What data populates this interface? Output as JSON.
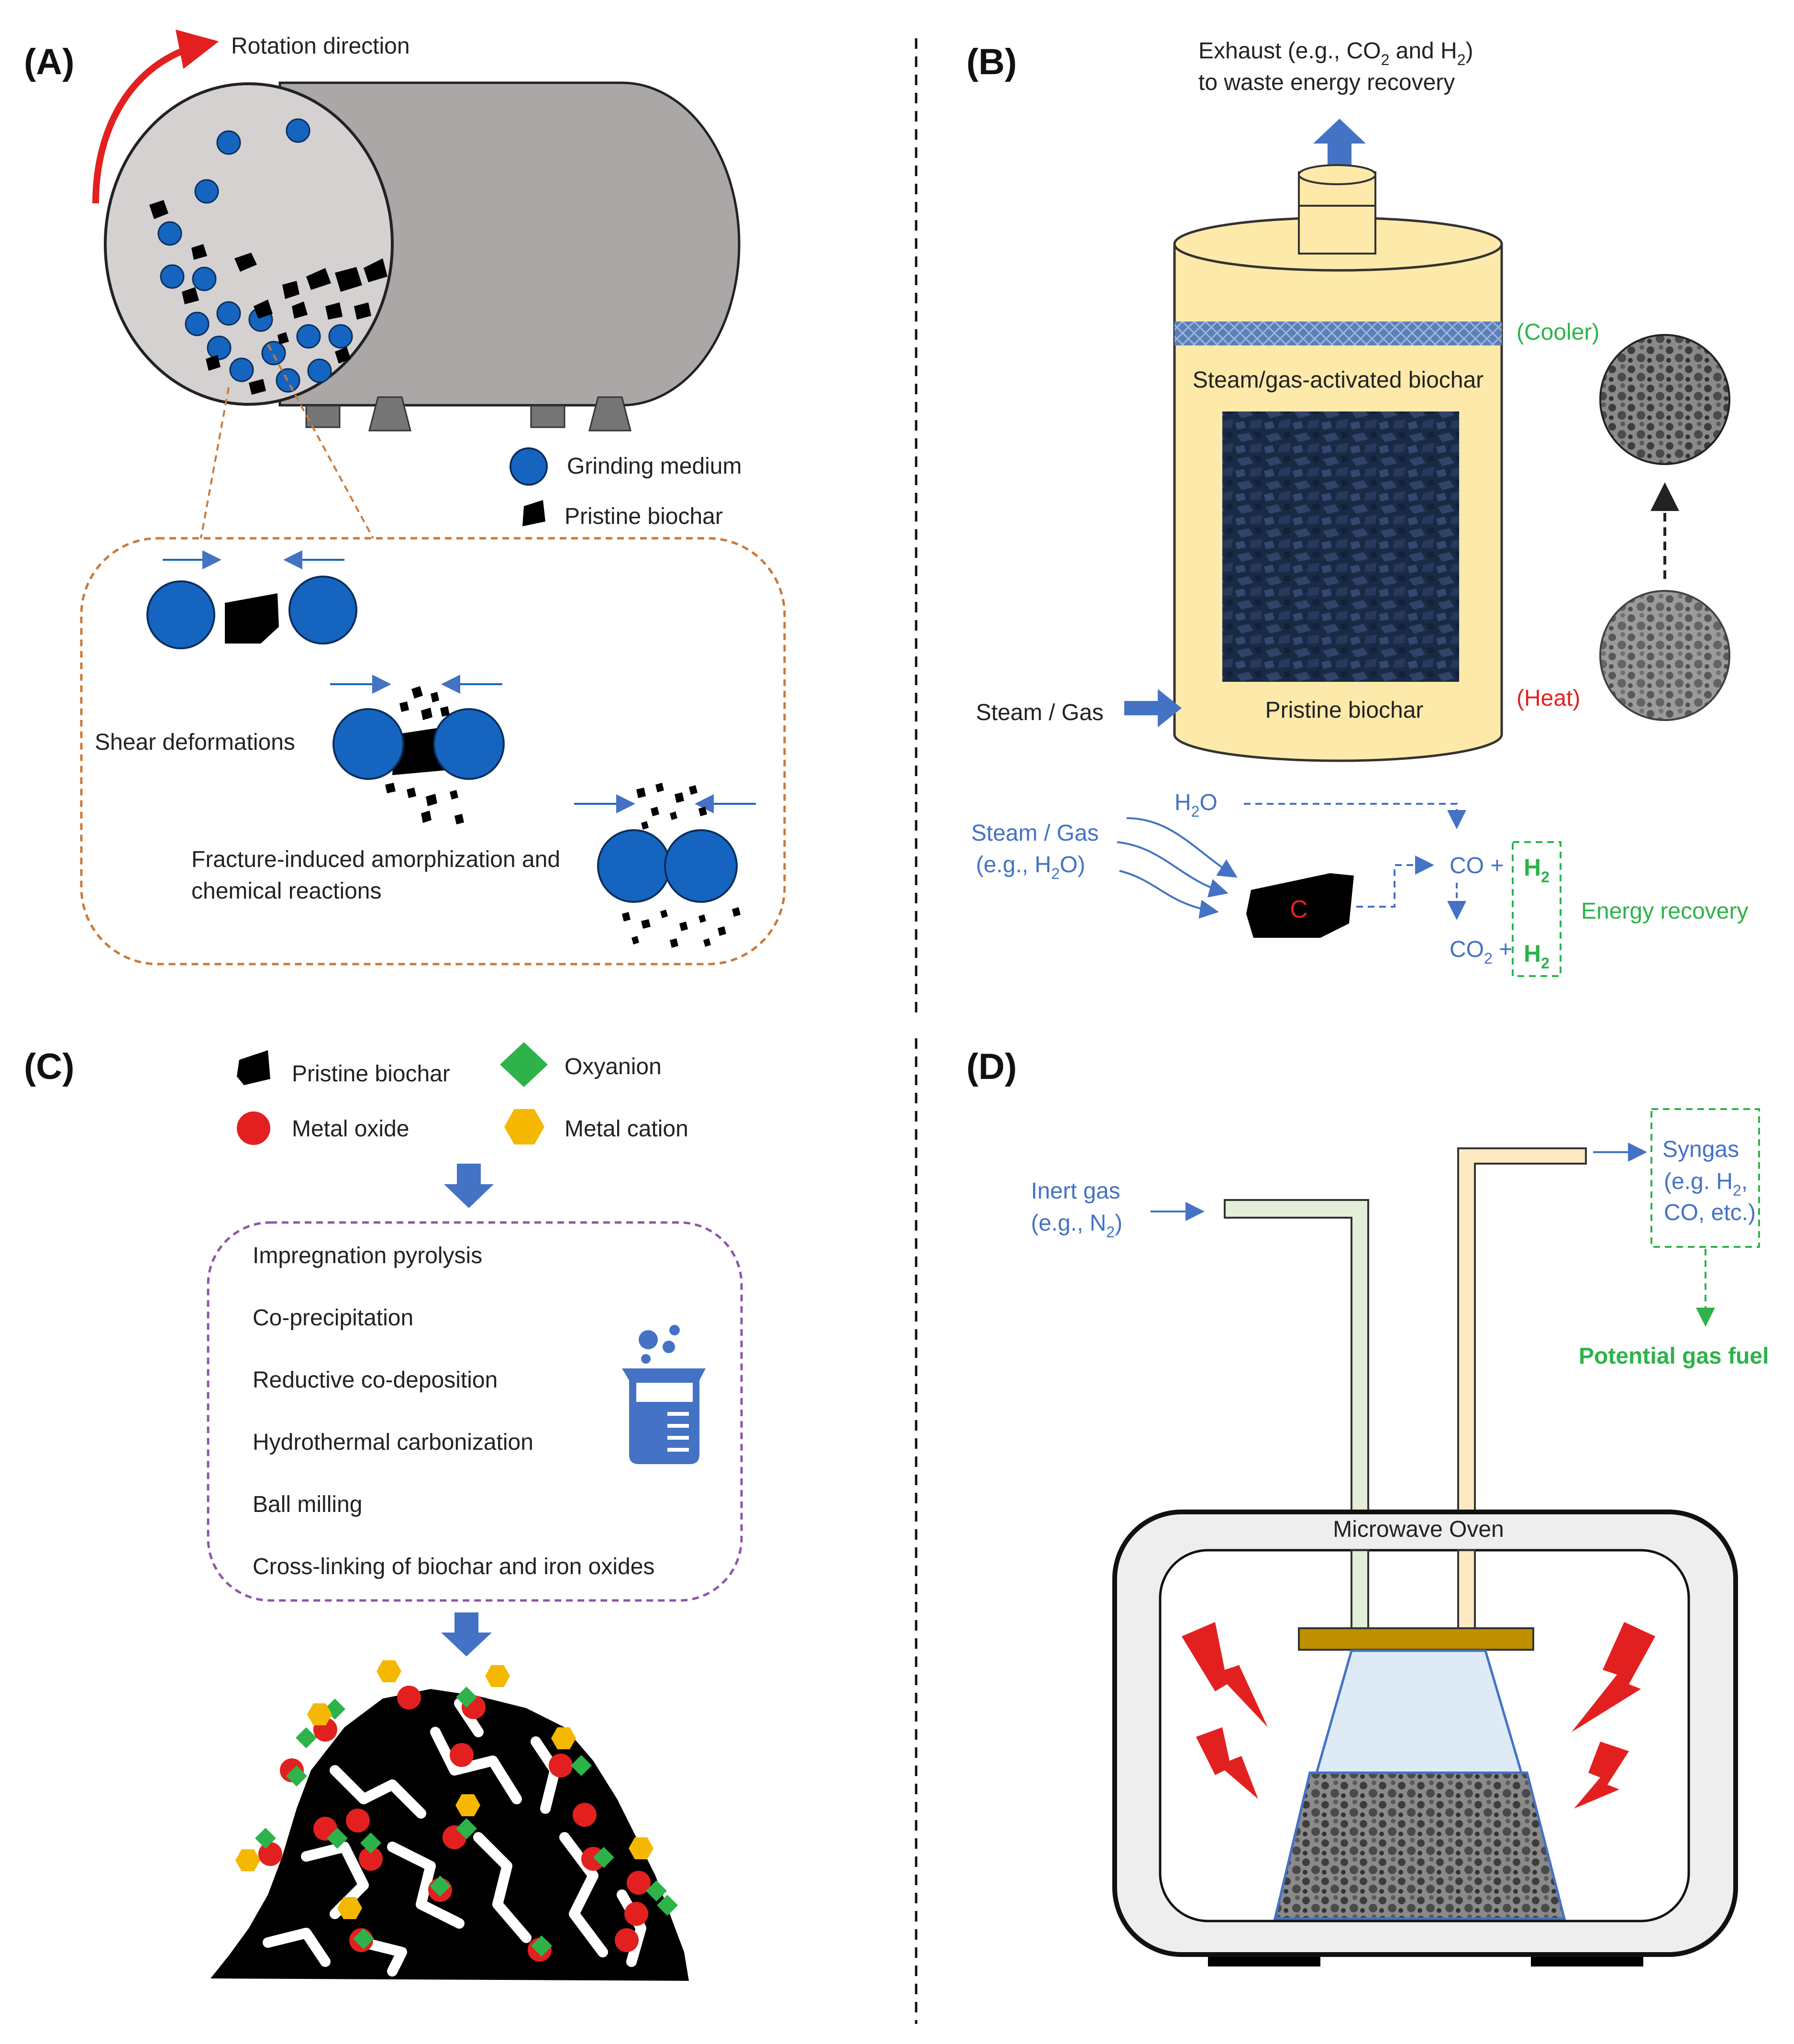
{
  "colors": {
    "blue_medium": "#1565c0",
    "flow_blue": "#4472c4",
    "green": "#2db34a",
    "red": "#e32020",
    "yellow_cation": "#f5b800",
    "reactor_fill": "#fde9a9",
    "char_black": "#000000",
    "drum_grey": "#aaa7a6",
    "dashed_orange": "#c97a3a",
    "dashed_purple": "#8e55a8"
  },
  "panels": {
    "a": {
      "label": "(A)",
      "rotation": "Rotation direction",
      "legend_medium": "Grinding medium",
      "legend_biochar": "Pristine biochar",
      "shear": "Shear deformations",
      "fracture_1": "Fracture-induced amorphization and",
      "fracture_2": "chemical reactions"
    },
    "b": {
      "label": "(B)",
      "exhaust_1a": "Exhaust (e.g., CO",
      "exhaust_1_sub1": "2",
      "exhaust_1b": " and H",
      "exhaust_1_sub2": "2",
      "exhaust_1c": ")",
      "exhaust_2": "to waste energy recovery",
      "cooler": "(Cooler)",
      "heat": "(Heat)",
      "activated": "Steam/gas-activated biochar",
      "pristine": "Pristine biochar",
      "steam_in": "Steam / Gas",
      "h2o_main": "H",
      "h2o_sub": "2",
      "h2o_end": "O",
      "steam_gas": "Steam / Gas",
      "eg_main": "(e.g., H",
      "eg_sub": "2",
      "eg_end": "O)",
      "carbon": "C",
      "co_plus": "CO +",
      "co2_main": "CO",
      "co2_sub": "2",
      "co2_plus": " +",
      "h2_main": "H",
      "h2_sub": "2",
      "energy": "Energy recovery"
    },
    "c": {
      "label": "(C)",
      "legend_biochar": "Pristine biochar",
      "legend_oxyanion": "Oxyanion",
      "legend_oxide": "Metal oxide",
      "legend_cation": "Metal cation",
      "methods": [
        "Impregnation pyrolysis",
        "Co-precipitation",
        "Reductive co-deposition",
        "Hydrothermal carbonization",
        "Ball milling",
        "Cross-linking of biochar and iron oxides"
      ]
    },
    "d": {
      "label": "(D)",
      "inert_1": "Inert gas",
      "inert_2_main": "(e.g., N",
      "inert_2_sub": "2",
      "inert_2_end": ")",
      "syngas_1": "Syngas",
      "syngas_2_main": "(e.g. H",
      "syngas_2_sub": "2",
      "syngas_2_end": ",",
      "syngas_3": "CO, etc.)",
      "fuel": "Potential gas fuel",
      "oven": "Microwave Oven"
    }
  }
}
